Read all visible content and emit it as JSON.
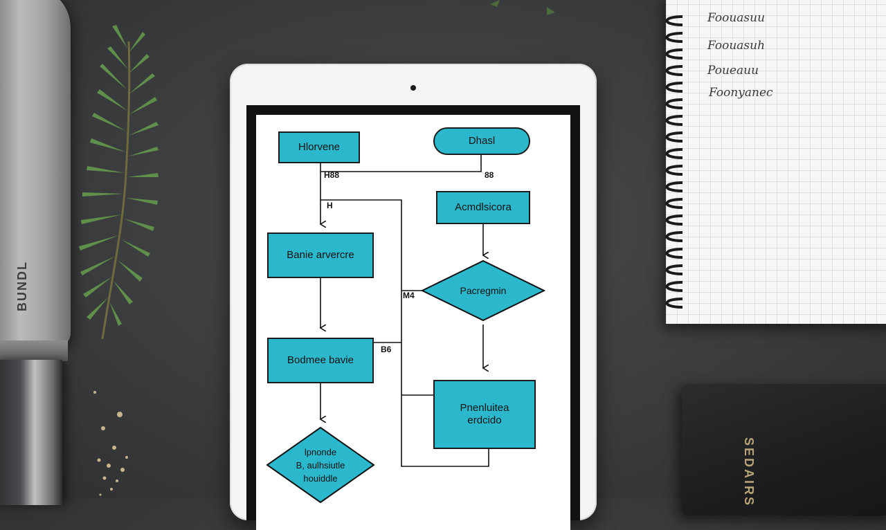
{
  "flowchart": {
    "nodes": {
      "n1": "Hlorvene",
      "n2": "Dhasl",
      "n3": "Acmdlsicora",
      "n4": "Banie arvercre",
      "n5": "Bodmee bavie",
      "n6": "Pacregmin",
      "n7": "Pnenluitea\nerdcido",
      "n8": "lpnonde\nB, aulhsiutle\nhouiddle"
    },
    "edge_labels": {
      "e1": "H88",
      "e2": "H",
      "e3": "88",
      "e4": "M4",
      "e5": "B6"
    },
    "node_color": "#2bb8cc"
  },
  "notebook": {
    "lines": [
      "Foouasuu",
      "Foouasuh",
      "Poueauu",
      "Foonyanec"
    ]
  },
  "knife": {
    "brand": "BUNDL"
  },
  "book": {
    "spine": "SEDAIRS"
  }
}
